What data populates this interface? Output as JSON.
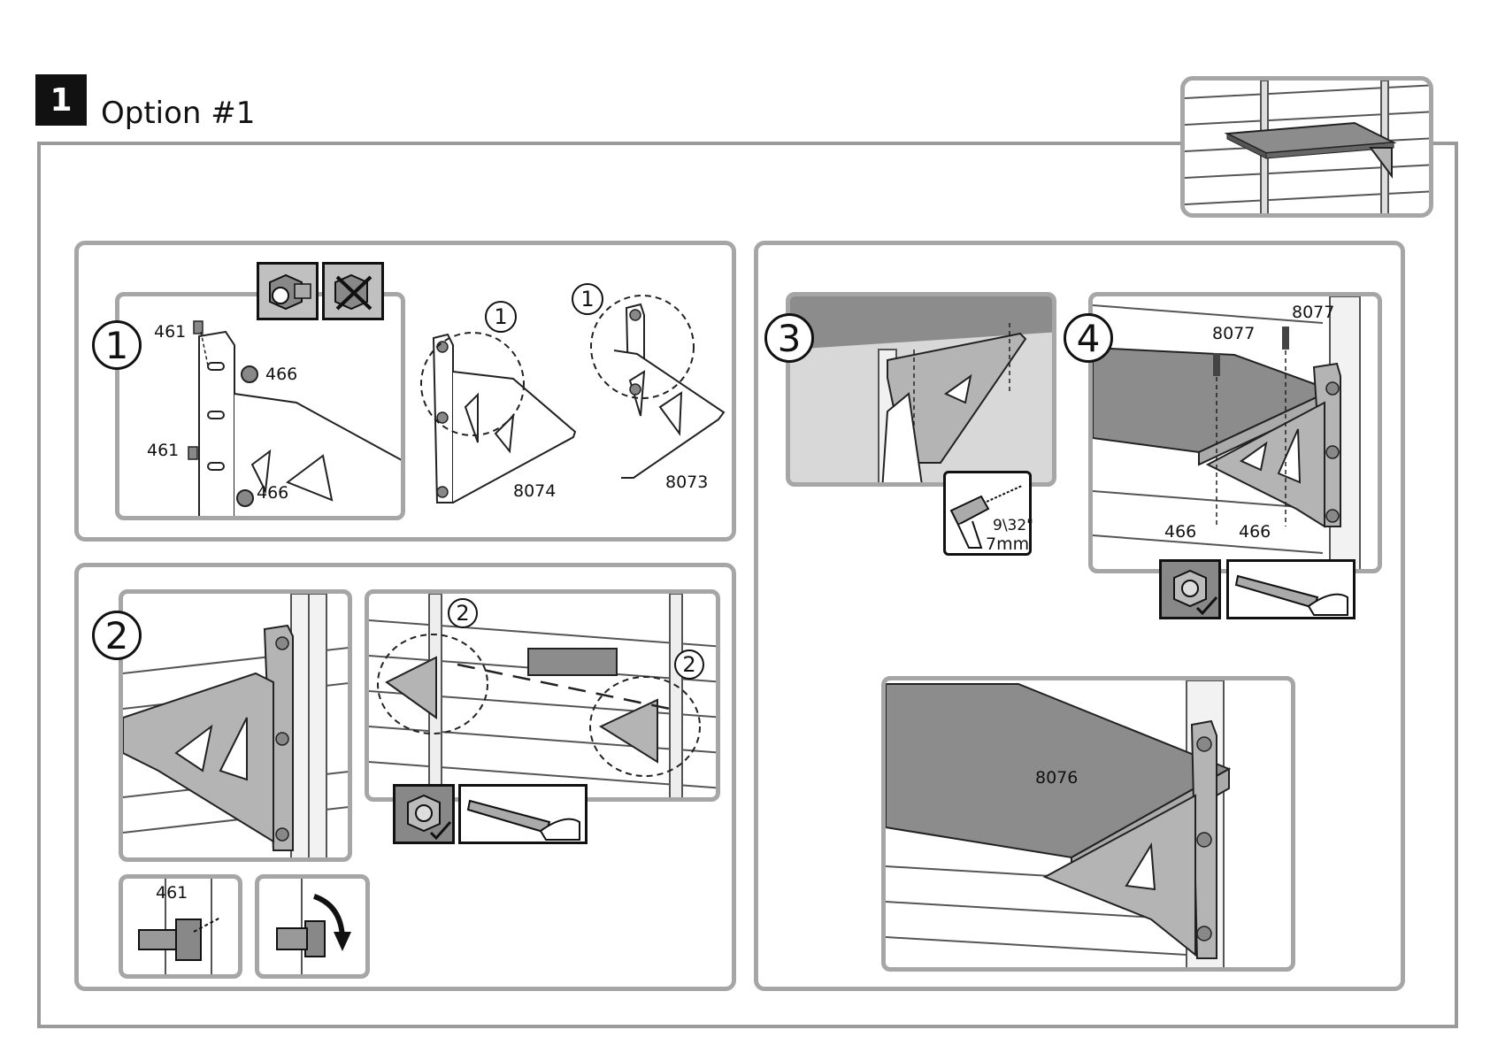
{
  "header": {
    "step_number": "1",
    "title": "Option #1"
  },
  "steps": {
    "step1": {
      "number": "1",
      "callout_a": "1",
      "callout_b": "1",
      "parts": {
        "bolt_top": "461",
        "nut_top": "466",
        "bolt_bottom": "461",
        "nut_bottom": "466",
        "bracket_a": "8074",
        "bracket_b": "8073"
      }
    },
    "step2": {
      "number": "2",
      "callout_a": "2",
      "callout_b": "2",
      "parts": {
        "bolt": "461"
      }
    },
    "step3": {
      "number": "3",
      "drill_size_imperial": "9\\32\"",
      "drill_size_metric": "7mm"
    },
    "step4": {
      "number": "4",
      "parts": {
        "screw_left": "8077",
        "screw_right": "8077",
        "nut_left": "466",
        "nut_right": "466"
      }
    },
    "final": {
      "shelf_part": "8076"
    }
  },
  "icons": {
    "ok": "nut-tight-check-icon",
    "not_ok": "nut-cross-icon",
    "level": "level-tool-icon",
    "rotate": "rotate-arrow-icon",
    "drill": "drill-icon"
  },
  "colors": {
    "frame": "#9a9a9a",
    "panel_border": "#a6a6a6",
    "shelf_fill": "#8c8c8c",
    "bracket_fill": "#b4b4b4"
  }
}
